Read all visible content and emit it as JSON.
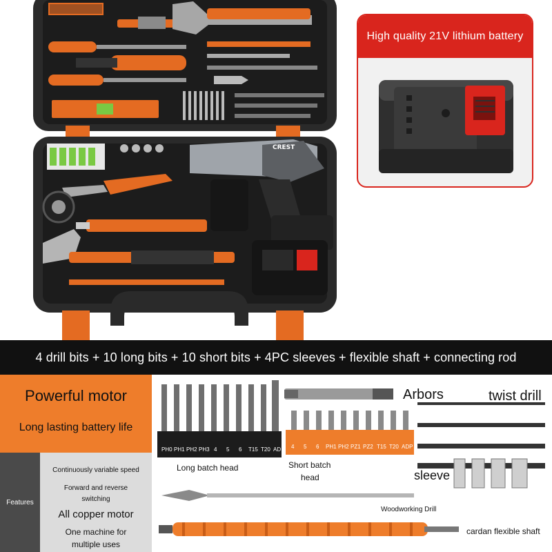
{
  "battery_card": {
    "title": "High quality 21V lithium battery"
  },
  "drill_brand": "CREST",
  "banner": {
    "text": "4 drill bits + 10 long bits + 10 short bits + 4PC sleeves + flexible shaft + connecting rod"
  },
  "motor": {
    "title": "Powerful motor",
    "subtitle": "Long lasting battery life"
  },
  "features": {
    "side_label": "Features",
    "items": [
      "Continuously variable speed",
      "Forward and reverse switching",
      "All copper motor",
      "One machine for multiple uses"
    ]
  },
  "accessories": {
    "long_bits": {
      "codes": [
        "PH0",
        "PH1",
        "PH2",
        "PH3",
        "4",
        "5",
        "6",
        "T15",
        "T20",
        "AD"
      ],
      "label": "Long batch head"
    },
    "short_bits": {
      "codes": [
        "4",
        "5",
        "6",
        "PH1",
        "PH2",
        "PZ1",
        "PZ2",
        "T15",
        "T20",
        "ADP"
      ],
      "label_line1": "Short batch",
      "label_line2": "head"
    },
    "arbors_label": "Arbors",
    "twist_drill_label": "twist drill",
    "sleeve_label": "sleeve",
    "woodworking_label": "Woodworking Drill",
    "cardan_label": "cardan flexible shaft"
  },
  "colors": {
    "accent_orange": "#ee7d2b",
    "battery_red": "#d9251d",
    "banner_black": "#111111",
    "feature_gray": "#dcdcdc",
    "feature_dark": "#4a4a4a"
  }
}
